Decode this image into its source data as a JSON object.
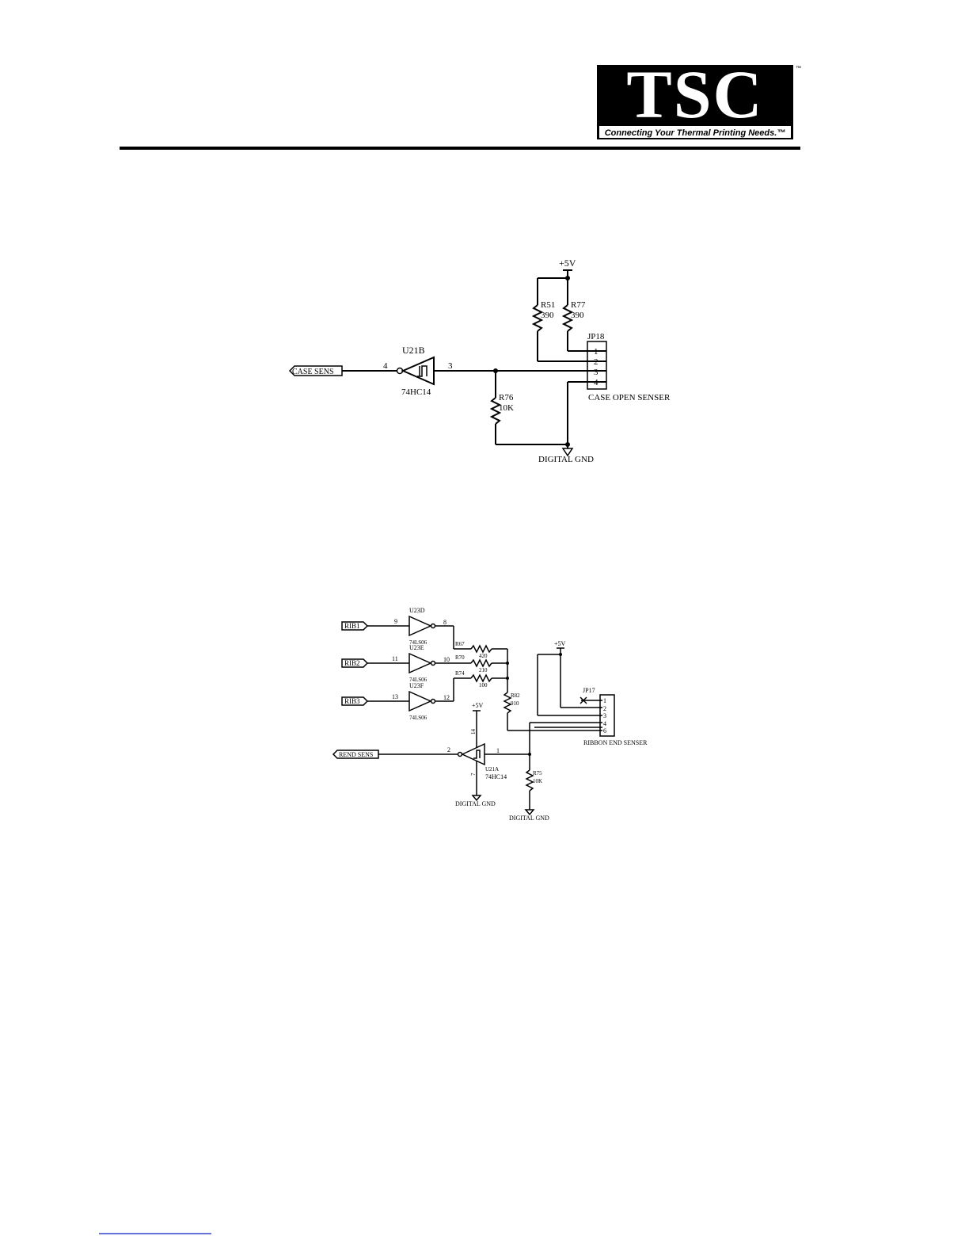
{
  "header": {
    "logo_text": "TSC",
    "tagline": "Connecting Your Thermal Printing Needs.™",
    "trademark": "™"
  },
  "case_circuit": {
    "supply": "+5V",
    "net_label": "CASE SENS",
    "gate_name": "U21B",
    "gate_part": "74HC14",
    "pin_in": "4",
    "pin_out": "3",
    "r51_name": "R51",
    "r51_value": "390",
    "r77_name": "R77",
    "r77_value": "390",
    "r76_name": "R76",
    "r76_value": "10K",
    "connector_name": "JP18",
    "connector_pins": [
      "1",
      "2",
      "3",
      "4"
    ],
    "connector_label": "CASE OPEN SENSER",
    "ground_label": "DIGITAL GND"
  },
  "ribbon_circuit": {
    "supply_label": "+5V",
    "inputs": [
      "RIB1",
      "RIB2",
      "RIB3"
    ],
    "gates": [
      {
        "name": "U23D",
        "part": "74LS06",
        "pin_in": "9",
        "pin_out": "8"
      },
      {
        "name": "U23E",
        "part": "74LS06",
        "pin_in": "11",
        "pin_out": "10"
      },
      {
        "name": "U23F",
        "part": "74LS06",
        "pin_in": "13",
        "pin_out": "12"
      }
    ],
    "resistors": [
      {
        "name": "R67",
        "value": "420"
      },
      {
        "name": "R70",
        "value": "210"
      },
      {
        "name": "R74",
        "value": "100"
      }
    ],
    "r82_name": "R82",
    "r82_value": "910",
    "connector_name": "JP17",
    "connector_pins": [
      "1",
      "2",
      "3",
      "4",
      "6"
    ],
    "connector_label": "RIBBON END SENSER",
    "net_label": "REND SENS",
    "schmitt_name": "U21A",
    "schmitt_part": "74HC14",
    "schmitt_pin_in": "2",
    "schmitt_pin_out": "1",
    "schmitt_pin_vcc": "14",
    "schmitt_pin_gnd": "7",
    "r75_name": "R75",
    "r75_value": "10K",
    "ground_label_left": "DIGITAL GND",
    "ground_label_right": "DIGITAL GND"
  },
  "colors": {
    "ink": "#000000",
    "footer_rule": "#3344cc"
  }
}
